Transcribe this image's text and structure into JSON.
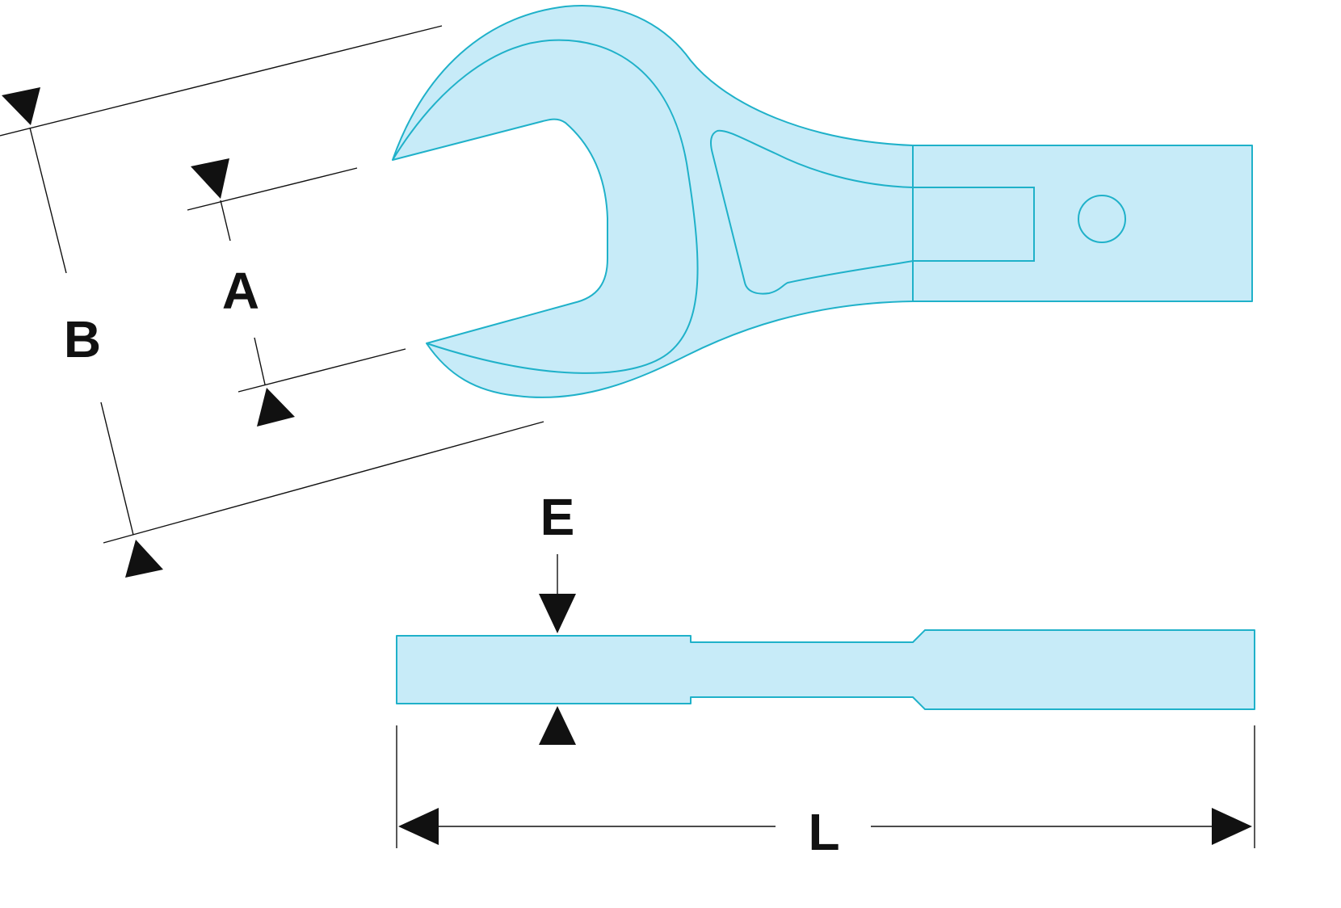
{
  "labels": {
    "a": "A",
    "b": "B",
    "e": "E",
    "l": "L"
  },
  "colors": {
    "fill": "#c7ebf8",
    "stroke": "#1fb1c9",
    "dimension": "#111111"
  }
}
